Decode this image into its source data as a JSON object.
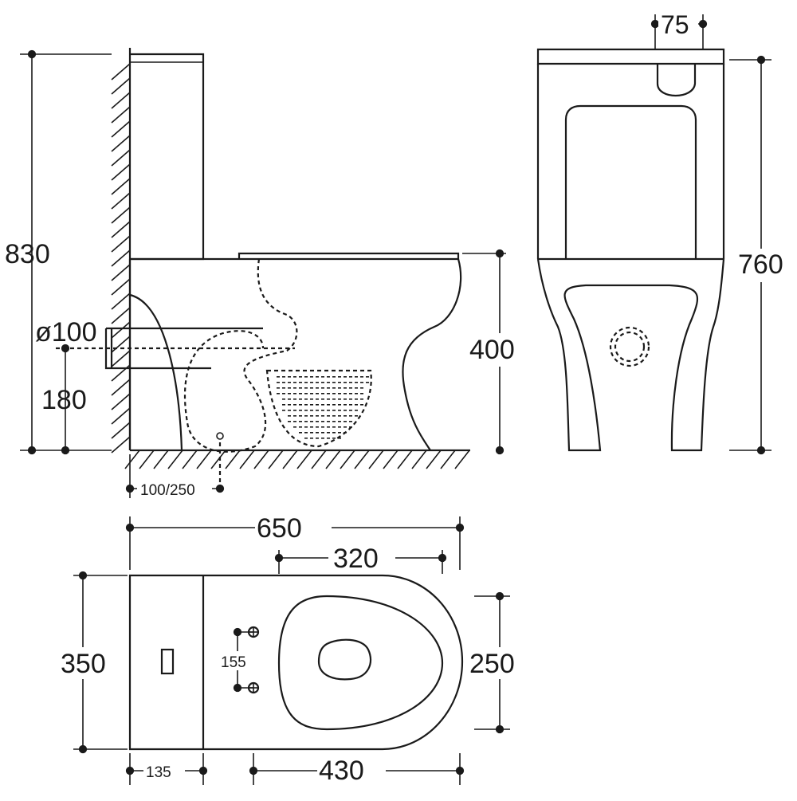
{
  "drawing": {
    "dimensions": {
      "total_height": "830",
      "pipe_diameter": "ø100",
      "outlet_height": "180",
      "wall_offset": "100/250",
      "seat_height": "400",
      "tank_height": "760",
      "tank_button": "75",
      "total_length": "650",
      "seat_length": "320",
      "depth": "350",
      "bolt_spacing": "155",
      "seat_width": "250",
      "tank_depth": "135",
      "bowl_length": "430"
    }
  }
}
